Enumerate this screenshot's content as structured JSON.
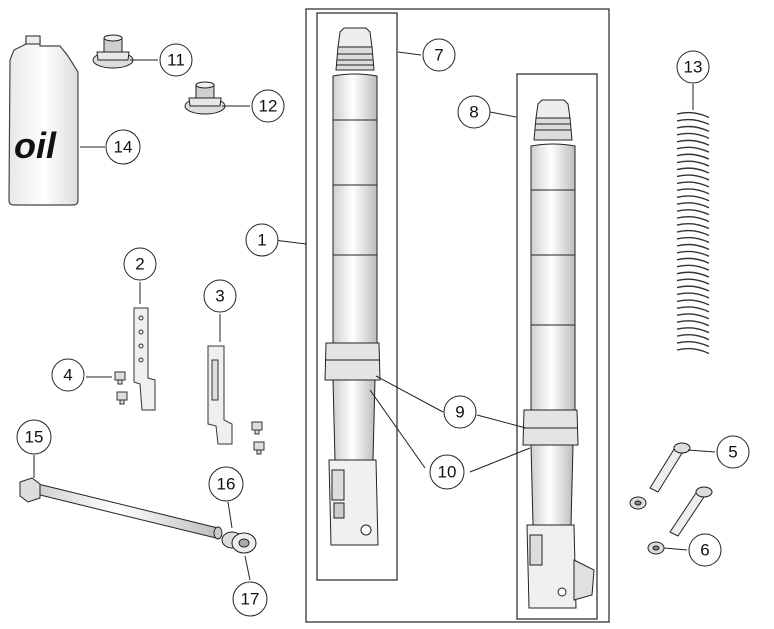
{
  "diagram": {
    "callouts": [
      "1",
      "2",
      "3",
      "4",
      "5",
      "6",
      "7",
      "8",
      "9",
      "10",
      "11",
      "12",
      "13",
      "14",
      "15",
      "16",
      "17"
    ],
    "oil_label": "oil"
  },
  "colors": {
    "line": "#222222",
    "part_fill": "#f4f4f4",
    "part_shade": "#d6d6d6",
    "background": "#ffffff"
  }
}
